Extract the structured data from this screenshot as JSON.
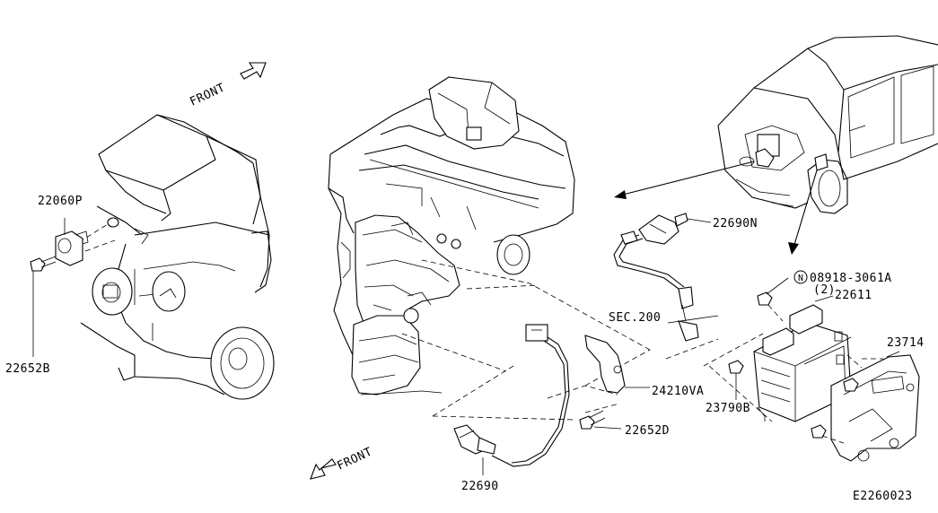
{
  "labels": {
    "front_top": "FRONT",
    "front_bottom": "FRONT",
    "p22060P": "22060P",
    "p22652B": "22652B",
    "p22690N": "22690N",
    "p08918": "08918-3061A",
    "p08918_qty": "(2)",
    "p08918_prefix": "N",
    "p22611": "22611",
    "sec200": "SEC.200",
    "p23714": "23714",
    "p24210VA": "24210VA",
    "p23790B": "23790B",
    "p22652D": "22652D",
    "p22690": "22690",
    "diagram_id": "E2260023"
  },
  "icons": {
    "front_arrow": "hollow-arrow-icon",
    "circle_n": "circle-letter-icon"
  }
}
